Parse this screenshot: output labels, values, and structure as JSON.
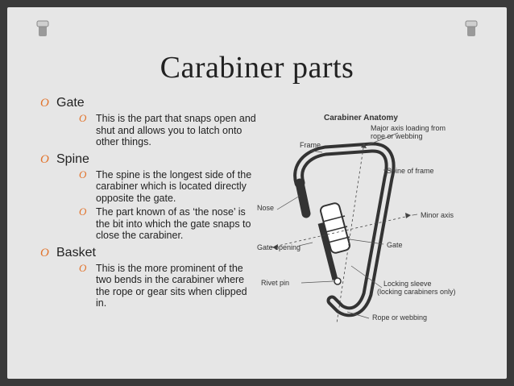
{
  "slide": {
    "title": "Carabiner parts",
    "bullets": [
      {
        "marker": "O",
        "label": "Gate",
        "subs": [
          {
            "marker": "O",
            "text": "This is the part that snaps open and shut and allows you to latch onto other things."
          }
        ]
      },
      {
        "marker": "O",
        "label": "Spine",
        "subs": [
          {
            "marker": "O",
            "text": "The spine is the longest side of the carabiner which is located directly opposite the gate."
          },
          {
            "marker": "O",
            "text": "The part known of as ‘the nose’ is the bit into which the gate snaps to close the carabiner."
          }
        ]
      },
      {
        "marker": "O",
        "label": "Basket",
        "subs": [
          {
            "marker": "O",
            "text": "This is the more prominent of the two bends in the carabiner where the rope or gear sits when clipped in."
          }
        ]
      }
    ]
  },
  "diagram": {
    "heading": "Carabiner Anatomy",
    "labels": {
      "major_axis": "Major axis loading from rope or webbing",
      "frame": "Frame",
      "spine": "Spine of frame",
      "nose": "Nose",
      "minor_axis": "Minor axis",
      "gate_opening": "Gate opening",
      "gate": "Gate",
      "rivet_pin": "Rivet pin",
      "locking_sleeve": "Locking sleeve (locking carabiners only)",
      "rope_or_webbing": "Rope or webbing"
    }
  },
  "colors": {
    "background": "#3a3a3a",
    "panel": "#e6e6e6",
    "accent": "#e2732b",
    "text": "#222222"
  },
  "icons": [
    "pushpin-icon"
  ]
}
